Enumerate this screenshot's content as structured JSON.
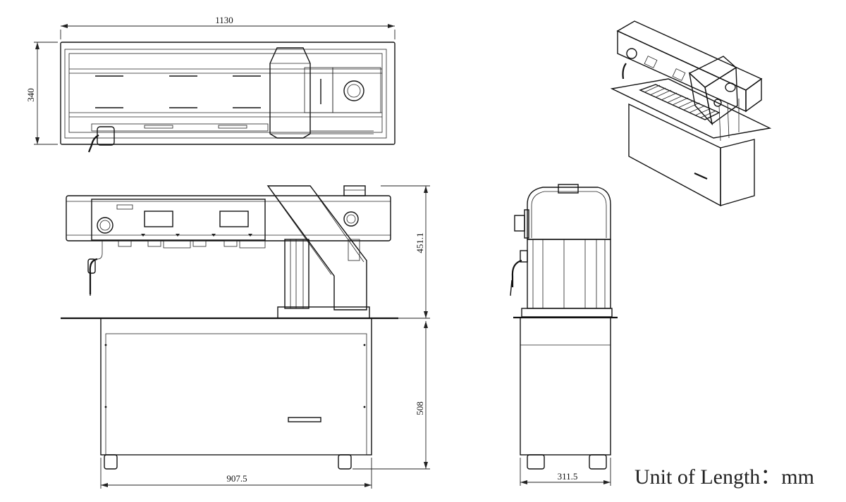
{
  "drawing": {
    "dimensions": {
      "top_width": "1130",
      "top_depth": "340",
      "front_height_upper": "451.1",
      "front_height_lower": "508",
      "front_base_width": "907.5",
      "side_base_width": "311.5"
    },
    "unit_label": "Unit of Length：mm",
    "views": [
      "top-view",
      "front-view",
      "side-view",
      "isometric-view"
    ]
  }
}
